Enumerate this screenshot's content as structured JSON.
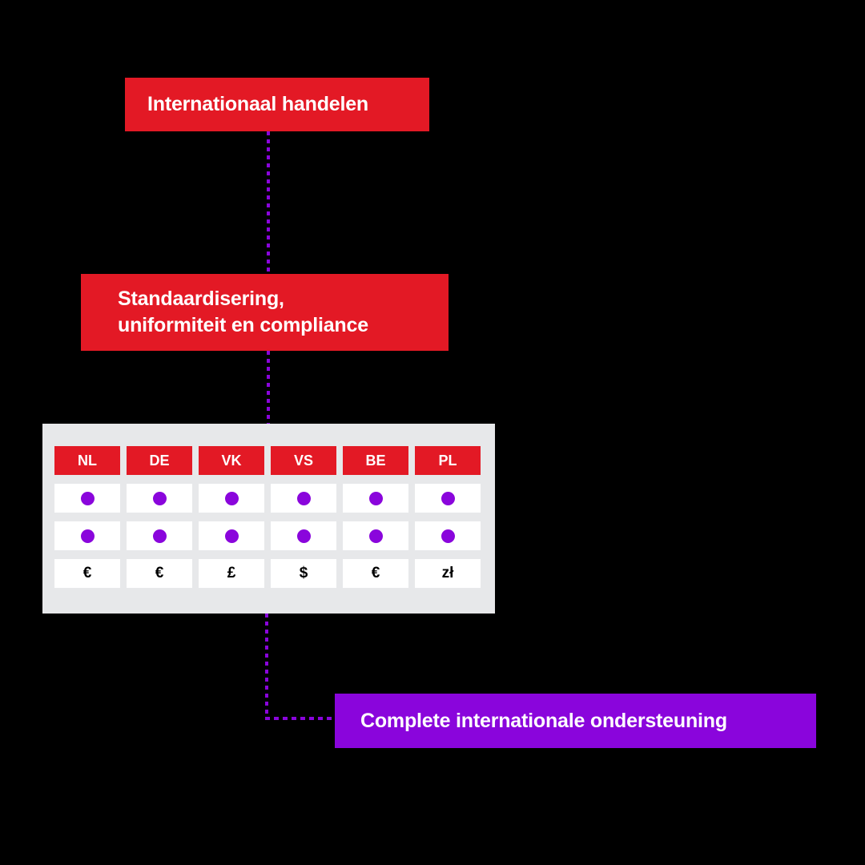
{
  "diagram": {
    "background_color": "#000000",
    "accent_red": "#E31925",
    "accent_purple": "#8A05DC",
    "panel_gray": "#E7E8EA"
  },
  "nodes": {
    "trade": {
      "label": "Internationaal handelen",
      "color": "#E31925"
    },
    "standardisation": {
      "line1": "Standaardisering,",
      "line2": "uniformiteit en compliance",
      "color": "#E31925"
    },
    "support": {
      "label": "Complete internationale ondersteuning",
      "color": "#8A05DC"
    }
  },
  "matrix": {
    "columns": [
      "NL",
      "DE",
      "VK",
      "VS",
      "BE",
      "PL"
    ],
    "rows": [
      {
        "type": "header",
        "values": [
          "NL",
          "DE",
          "VK",
          "VS",
          "BE",
          "PL"
        ]
      },
      {
        "type": "dots",
        "values": [
          "dot",
          "dot",
          "dot",
          "dot",
          "dot",
          "dot"
        ]
      },
      {
        "type": "dots",
        "values": [
          "dot",
          "dot",
          "dot",
          "dot",
          "dot",
          "dot"
        ]
      },
      {
        "type": "currency",
        "values": [
          "€",
          "€",
          "£",
          "$",
          "€",
          "zł"
        ]
      }
    ]
  },
  "connectors": [
    {
      "name": "trade-to-standardisation",
      "style": "dotted",
      "color": "#8A05DC",
      "orientation": "vertical"
    },
    {
      "name": "standardisation-to-matrix",
      "style": "dotted",
      "color": "#8A05DC",
      "orientation": "vertical"
    },
    {
      "name": "matrix-to-support",
      "style": "dotted",
      "color": "#8A05DC",
      "orientation": "elbow"
    }
  ]
}
